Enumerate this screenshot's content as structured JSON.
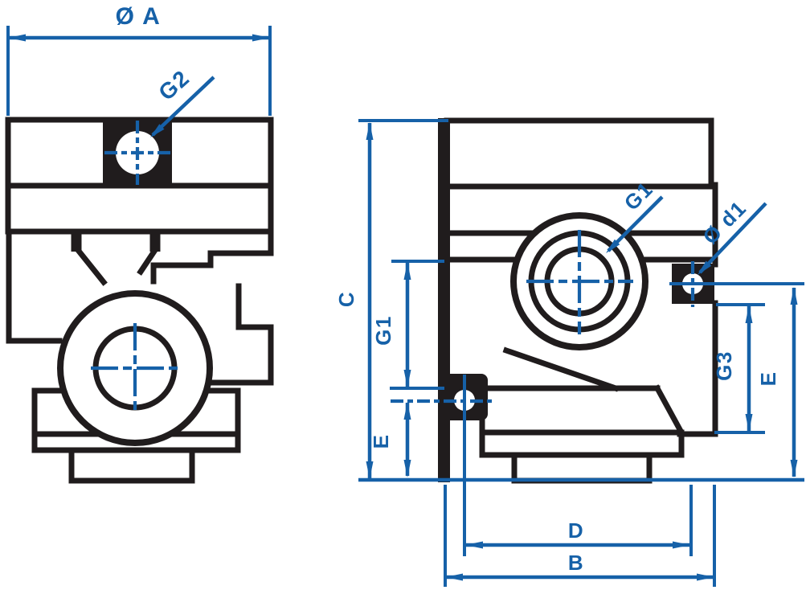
{
  "title": "Technical dimension drawing (two orthographic views)",
  "colors": {
    "blue": "#1661a8",
    "ink": "#201c1d",
    "bg": "#ffffff"
  },
  "views": {
    "top_view": {
      "dims": {
        "flange_diameter": "Ø A",
        "top_port_thread": "G2"
      }
    },
    "side_view": {
      "dims": {
        "overall_height": "C",
        "front_port_thread": "G1",
        "port_span_left": "G1",
        "lower_port_height": "E",
        "port_span_right": "G3",
        "side_port_height": "E",
        "hole_diameter": "Ø d1",
        "port_distance": "D",
        "overall_depth": "B"
      }
    }
  }
}
